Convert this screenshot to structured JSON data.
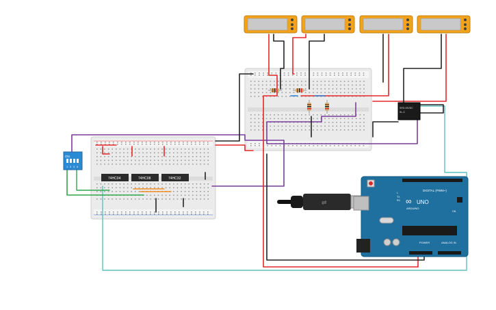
{
  "dip_switch": {
    "on_label": "ON",
    "positions": [
      "1",
      "2",
      "3",
      "4"
    ]
  },
  "ics": [
    {
      "label": "74HC04"
    },
    {
      "label": "74HC08"
    },
    {
      "label": "74HC32"
    }
  ],
  "relay": {
    "lines": [
      "SRD-05VDC",
      "SL-C"
    ]
  },
  "arduino": {
    "brand": "ARDUINO",
    "model": "UNO",
    "digital_label": "DIGITAL (PWM~)",
    "power_label": "POWER",
    "analog_label": "ANALOG IN",
    "tx_label": "TX",
    "rx_label": "RX",
    "l_label": "L",
    "on_label": "ON"
  },
  "colors": {
    "wire_red": "#e3262b",
    "wire_black": "#222222",
    "wire_purple": "#7a3c9a",
    "wire_green": "#2fa64a",
    "wire_teal": "#5fbfbf",
    "wire_orange": "#f08c1e",
    "arduino_blue": "#1f6f9f",
    "bulb_frame": "#f2a31b",
    "breadboard": "#e6e6e6"
  }
}
